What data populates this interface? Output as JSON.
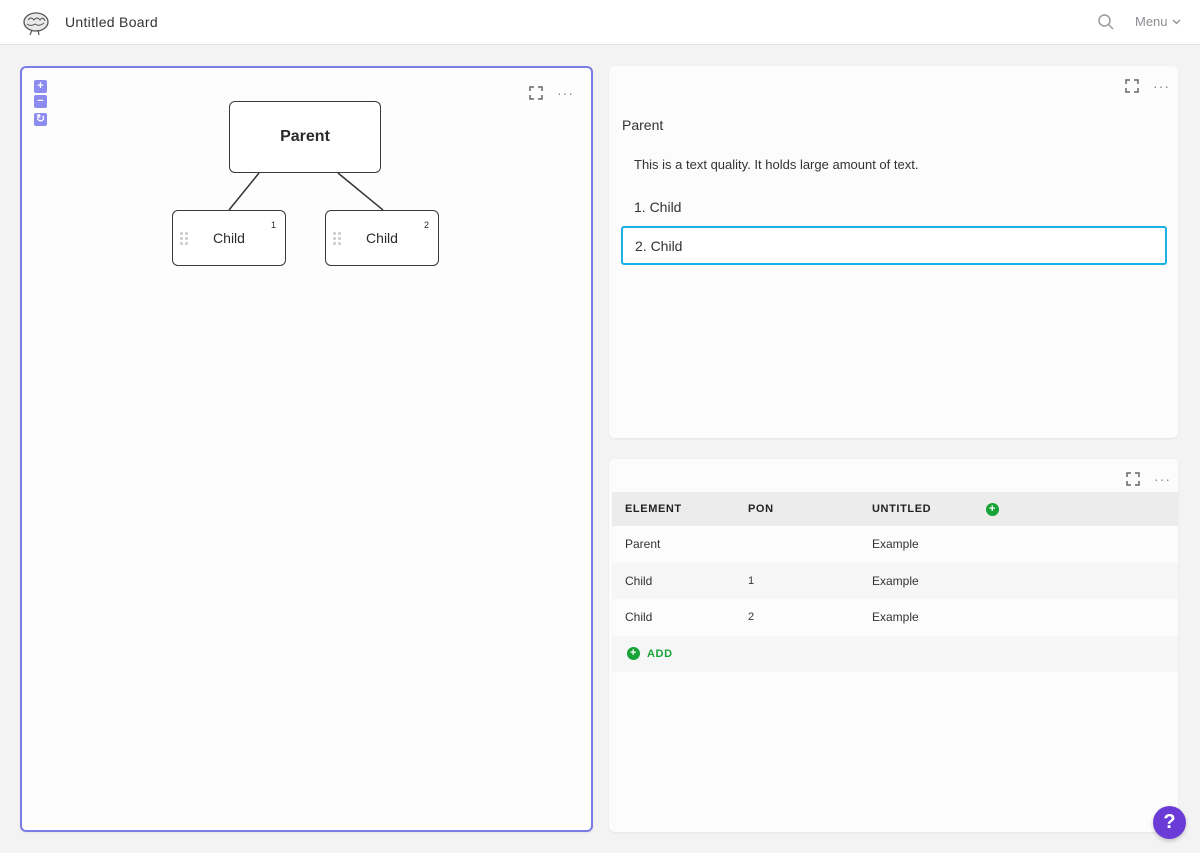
{
  "header": {
    "board_title": "Untitled Board",
    "menu_label": "Menu",
    "icons": [
      "brain-logo-icon",
      "search-icon",
      "chevron-down-icon"
    ]
  },
  "diagram": {
    "parent_label": "Parent",
    "children": [
      {
        "label": "Child",
        "number": "1"
      },
      {
        "label": "Child",
        "number": "2"
      }
    ],
    "zoom_controls": [
      "+",
      "−",
      "↻"
    ],
    "border_color": "#7c7ce6"
  },
  "text_panel": {
    "parent_label": "Parent",
    "text": "This is a text quality. It holds large amount of text.",
    "items": [
      "1. Child",
      "2. Child"
    ],
    "selected_border_color": "#19b0e3"
  },
  "table": {
    "headers": [
      "ELEMENT",
      "PON",
      "UNTITLED"
    ],
    "rows": [
      [
        "Parent",
        "",
        "Example"
      ],
      [
        "Child",
        "1",
        "Example"
      ],
      [
        "Child",
        "2",
        "Example"
      ]
    ],
    "add_label": "ADD",
    "add_symbol": "+",
    "accent_color": "#18a336"
  },
  "panel_tools": {
    "dots": "···"
  },
  "help": {
    "label": "?",
    "color": "#6a3bd6"
  }
}
